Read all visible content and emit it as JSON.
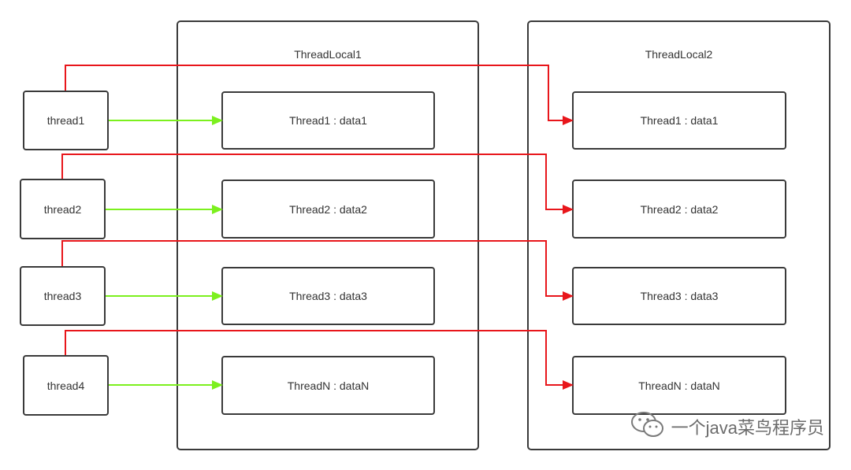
{
  "panels": [
    {
      "title": "ThreadLocal1"
    },
    {
      "title": "ThreadLocal2"
    }
  ],
  "threads": [
    {
      "label": "thread1"
    },
    {
      "label": "thread2"
    },
    {
      "label": "thread3"
    },
    {
      "label": "thread4"
    }
  ],
  "entries_left": [
    {
      "label": "Thread1 : data1"
    },
    {
      "label": "Thread2 : data2"
    },
    {
      "label": "Thread3 : data3"
    },
    {
      "label": "ThreadN : dataN"
    }
  ],
  "entries_right": [
    {
      "label": "Thread1 : data1"
    },
    {
      "label": "Thread2 : data2"
    },
    {
      "label": "Thread3 : data3"
    },
    {
      "label": "ThreadN : dataN"
    }
  ],
  "colors": {
    "local1_arrow": "#7cf01e",
    "local2_arrow": "#e8161b",
    "border": "#3a3a3a"
  },
  "watermark": {
    "icon": "wechat-icon",
    "text": "一个java菜鸟程序员"
  }
}
